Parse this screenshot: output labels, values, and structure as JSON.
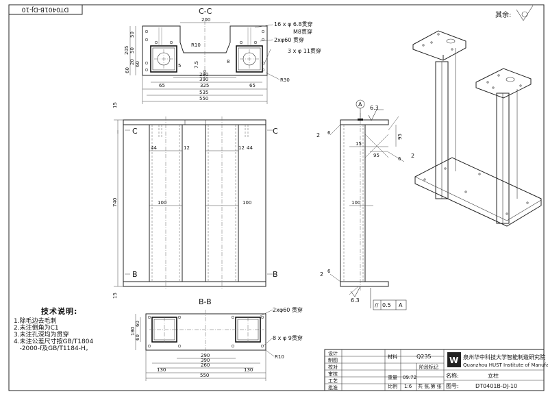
{
  "drawing_number_rotated": "DT0401B-DJ-10",
  "other_roughness_label": "其余:",
  "section_cc": {
    "title": "C-C",
    "dims": [
      "200",
      "R10",
      "205",
      "50",
      "50",
      "20",
      "60",
      "60",
      "5",
      "7.5",
      "8",
      "290",
      "390",
      "65",
      "325",
      "65",
      "535",
      "550",
      "R30"
    ],
    "callouts": [
      "16 x φ 6.8贯穿",
      "M8贯穿",
      "2xφ60 贯穿",
      "3 x φ 11贯穿"
    ]
  },
  "front_view": {
    "dims": [
      "15",
      "740",
      "15",
      "44",
      "12",
      "12",
      "44",
      "100",
      "100"
    ],
    "section_marks": [
      "C",
      "C",
      "B",
      "B"
    ]
  },
  "side_view": {
    "dims": [
      "6.3",
      "15",
      "95",
      "95",
      "100"
    ],
    "weld_symbols": [
      "2",
      "6",
      "6",
      "2",
      "2",
      "6"
    ],
    "datum": "A",
    "surface_finish": "6.3",
    "tolerance": [
      "//",
      "0.5",
      "A"
    ]
  },
  "section_bb": {
    "title": "B-B",
    "dims": [
      "180",
      "60",
      "60",
      "290",
      "390",
      "260",
      "130",
      "130",
      "550",
      "R10"
    ],
    "callouts": [
      "2xφ60 贯穿",
      "8 x φ 9贯穿"
    ]
  },
  "notes": {
    "title": "技术说明:",
    "lines": [
      "1.除毛边去毛刺",
      "2.未注倒角为C1",
      "3.未注孔深均为贯穿",
      "4.未注公差尺寸按GB/T1804",
      "   -2000-f及GB/T1184-H。"
    ]
  },
  "title_block": {
    "row_labels": [
      "设计",
      "制图",
      "校对",
      "审核",
      "工艺",
      "批准"
    ],
    "material_label": "材料",
    "material": "Q235",
    "stage_label": "阶段标记",
    "weight_label": "重量",
    "weight": "09.72",
    "scale_label": "比例",
    "scale": "1:6",
    "sheets": "共  张,第  张",
    "company_cn": "泉州华中科技大学智能制造研究院",
    "company_en": "Quanzhou HUST Institute of Manufacturing",
    "name_label": "名称:",
    "name": "立柱",
    "drawing_no_label": "图号:",
    "drawing_no": "DT0401B-DJ-10"
  }
}
